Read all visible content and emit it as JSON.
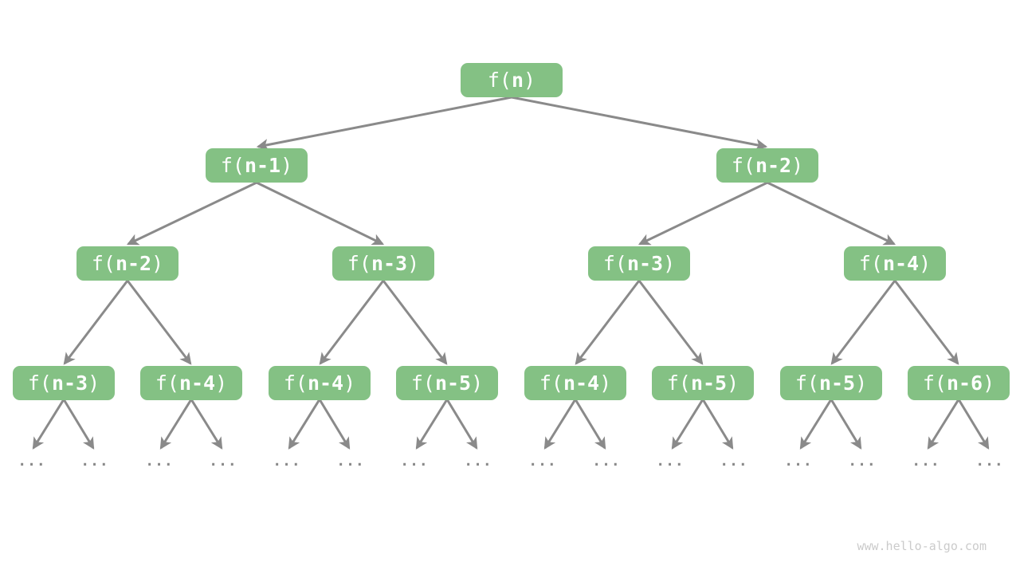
{
  "colors": {
    "background": "#ffffff",
    "node_fill": "#84c184",
    "node_text": "#ffffff",
    "arrow": "#8a8a8a",
    "leaf_text": "#8a8a8a",
    "watermark_text": "#cbcbcb"
  },
  "diagram": {
    "type": "recursion-tree",
    "leaf_label": "...",
    "watermark": "www.hello-algo.com",
    "nodes": [
      {
        "prefix": "f(",
        "arg": "n",
        "suffix": ")",
        "level": 0
      },
      {
        "prefix": "f(",
        "arg": "n-1",
        "suffix": ")",
        "level": 1
      },
      {
        "prefix": "f(",
        "arg": "n-2",
        "suffix": ")",
        "level": 1
      },
      {
        "prefix": "f(",
        "arg": "n-2",
        "suffix": ")",
        "level": 2
      },
      {
        "prefix": "f(",
        "arg": "n-3",
        "suffix": ")",
        "level": 2
      },
      {
        "prefix": "f(",
        "arg": "n-3",
        "suffix": ")",
        "level": 2
      },
      {
        "prefix": "f(",
        "arg": "n-4",
        "suffix": ")",
        "level": 2
      },
      {
        "prefix": "f(",
        "arg": "n-3",
        "suffix": ")",
        "level": 3
      },
      {
        "prefix": "f(",
        "arg": "n-4",
        "suffix": ")",
        "level": 3
      },
      {
        "prefix": "f(",
        "arg": "n-4",
        "suffix": ")",
        "level": 3
      },
      {
        "prefix": "f(",
        "arg": "n-5",
        "suffix": ")",
        "level": 3
      },
      {
        "prefix": "f(",
        "arg": "n-4",
        "suffix": ")",
        "level": 3
      },
      {
        "prefix": "f(",
        "arg": "n-5",
        "suffix": ")",
        "level": 3
      },
      {
        "prefix": "f(",
        "arg": "n-5",
        "suffix": ")",
        "level": 3
      },
      {
        "prefix": "f(",
        "arg": "n-6",
        "suffix": ")",
        "level": 3
      }
    ],
    "edges": [
      [
        0,
        1
      ],
      [
        0,
        2
      ],
      [
        1,
        3
      ],
      [
        1,
        4
      ],
      [
        2,
        5
      ],
      [
        2,
        6
      ],
      [
        3,
        7
      ],
      [
        3,
        8
      ],
      [
        4,
        9
      ],
      [
        4,
        10
      ],
      [
        5,
        11
      ],
      [
        5,
        12
      ],
      [
        6,
        13
      ],
      [
        6,
        14
      ]
    ],
    "leaf_count": 16
  }
}
